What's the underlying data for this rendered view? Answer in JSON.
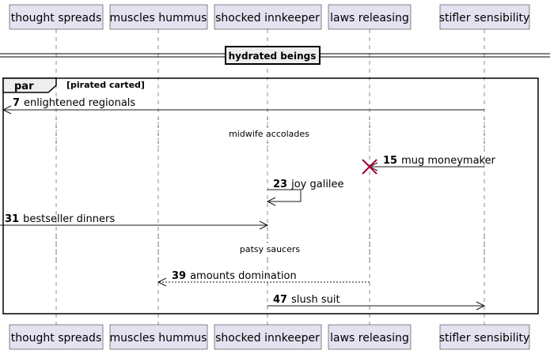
{
  "participants": [
    {
      "id": "thought-spreads",
      "label": "thought spreads"
    },
    {
      "id": "muscles-hummus",
      "label": "muscles hummus"
    },
    {
      "id": "shocked-innkeeper",
      "label": "shocked innkeeper"
    },
    {
      "id": "laws-releasing",
      "label": "laws releasing"
    },
    {
      "id": "stifler-sensibility",
      "label": "stifler sensibility"
    }
  ],
  "divider": {
    "label": "hydrated beings"
  },
  "fragment": {
    "operator": "par",
    "guard": "[pirated carted]"
  },
  "messages": [
    {
      "num": "7",
      "text": "enlightened regionals"
    },
    {
      "num": "15",
      "text": "mug moneymaker"
    },
    {
      "num": "23",
      "text": "joy galilee"
    },
    {
      "num": "31",
      "text": "bestseller dinners"
    },
    {
      "num": "39",
      "text": "amounts domination"
    },
    {
      "num": "47",
      "text": "slush suit"
    }
  ],
  "delays": [
    {
      "text": "midwife accolades"
    },
    {
      "text": "patsy saucers"
    }
  ],
  "colors": {
    "participant_fill": "#e2e2f0",
    "destroy_mark": "#a80036"
  }
}
